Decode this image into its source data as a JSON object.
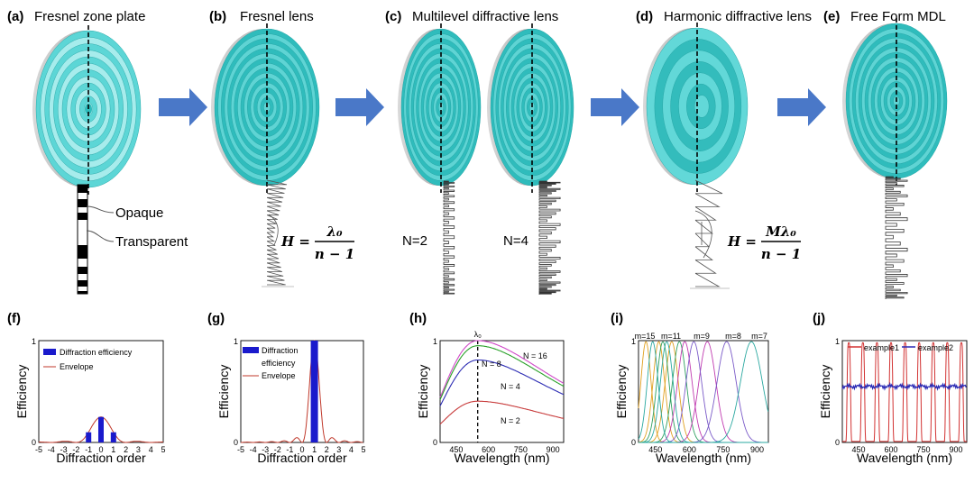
{
  "top_panels": [
    {
      "letter": "(a)",
      "title": "Fresnel zone plate"
    },
    {
      "letter": "(b)",
      "title": "Fresnel lens"
    },
    {
      "letter": "(c)",
      "title": "Multilevel diffractive lens"
    },
    {
      "letter": "(d)",
      "title": "Harmonic diffractive lens"
    },
    {
      "letter": "(e)",
      "title": "Free Form MDL"
    }
  ],
  "annotations": {
    "opaque": "Opaque",
    "transparent": "Transparent",
    "n2": "N=2",
    "n4": "N=4"
  },
  "equations": {
    "b": {
      "lhs": "H =",
      "num": "λ₀",
      "den": "n − 1"
    },
    "d": {
      "lhs": "H =",
      "num": "Mλ₀",
      "den": "n − 1"
    }
  },
  "colors": {
    "lens": "#3fcfcf",
    "arrow": "#4a78c8",
    "bar": "#1a1acc",
    "envelope": "#c0392b"
  },
  "chart_data": [
    {
      "panel": "(f)",
      "type": "bar",
      "xlabel": "Diffraction order",
      "ylabel": "Efficiency",
      "xlim": [
        -5,
        5
      ],
      "ylim": [
        0,
        1
      ],
      "x_ticks": [
        "-5",
        "-4",
        "-3",
        "-2",
        "-1",
        "0",
        "1",
        "2",
        "3",
        "4",
        "5"
      ],
      "y_ticks": [
        "0",
        "1"
      ],
      "categories": [
        -1,
        0,
        1
      ],
      "values": [
        0.1,
        0.25,
        0.1
      ],
      "legend": [
        "Diffraction efficiency",
        "Envelope"
      ]
    },
    {
      "panel": "(g)",
      "type": "bar",
      "xlabel": "Diffraction order",
      "ylabel": "Efficiency",
      "xlim": [
        -5,
        5
      ],
      "ylim": [
        0,
        1
      ],
      "x_ticks": [
        "-5",
        "-4",
        "-3",
        "-2",
        "-1",
        "0",
        "1",
        "2",
        "3",
        "4",
        "5"
      ],
      "y_ticks": [
        "0",
        "1"
      ],
      "categories": [
        1
      ],
      "values": [
        1.0
      ],
      "legend_bar": [
        "Diffraction",
        "efficiency"
      ],
      "legend_env": "Envelope"
    },
    {
      "panel": "(h)",
      "type": "line",
      "xlabel": "Wavelength (nm)",
      "ylabel": "Efficiency",
      "xlim": [
        375,
        950
      ],
      "ylim": [
        0,
        1
      ],
      "x_ticks": [
        "450",
        "600",
        "750",
        "900"
      ],
      "x_tick_values": [
        450,
        600,
        750,
        900
      ],
      "y_ticks": [
        "0",
        "1"
      ],
      "marker": "λ₀",
      "marker_x": 550,
      "series": [
        {
          "name": "N = 16",
          "peak": 1.0,
          "color": "#d048c8"
        },
        {
          "name": "N = 8",
          "peak": 0.95,
          "color": "#2aa02a"
        },
        {
          "name": "N = 4",
          "peak": 0.81,
          "color": "#2d2db4"
        },
        {
          "name": "N = 2",
          "peak": 0.405,
          "color": "#c83c3c"
        }
      ]
    },
    {
      "panel": "(i)",
      "type": "line",
      "xlabel": "Wavelength (nm)",
      "ylabel": "Efficiency",
      "xlim": [
        375,
        950
      ],
      "ylim": [
        0,
        1
      ],
      "x_ticks": [
        "450",
        "600",
        "750",
        "900"
      ],
      "x_tick_values": [
        450,
        600,
        750,
        900
      ],
      "y_ticks": [
        "0",
        "1"
      ],
      "series": [
        {
          "name": "m=15",
          "peak_x": [
            408,
            465,
            522
          ],
          "color": "#e0a020"
        },
        {
          "name": "m=11",
          "peak_x": [
            556,
            483
          ],
          "color": "#2fa060"
        },
        {
          "name": "m=9",
          "peak_x": [
            680,
            580
          ],
          "color": "#c03ab0"
        },
        {
          "name": "m=8",
          "peak_x": [
            765,
            620
          ],
          "color": "#7a5ac8"
        },
        {
          "name": "m=7",
          "peak_x": [
            875,
            438,
            500
          ],
          "color": "#2aa8a0"
        }
      ]
    },
    {
      "panel": "(j)",
      "type": "line",
      "xlabel": "Wavelength (nm)",
      "ylabel": "Efficiency",
      "xlim": [
        375,
        950
      ],
      "ylim": [
        0,
        1
      ],
      "x_ticks": [
        "450",
        "600",
        "750",
        "900"
      ],
      "x_tick_values": [
        450,
        600,
        750,
        900
      ],
      "y_ticks": [
        "0",
        "1"
      ],
      "series": [
        {
          "name": "example1",
          "color": "#d23232",
          "peaks_x": [
            405,
            470,
            535,
            600,
            665,
            730,
            795,
            860,
            925
          ]
        },
        {
          "name": "example2",
          "color": "#2828b4",
          "level": 0.55
        }
      ]
    }
  ]
}
